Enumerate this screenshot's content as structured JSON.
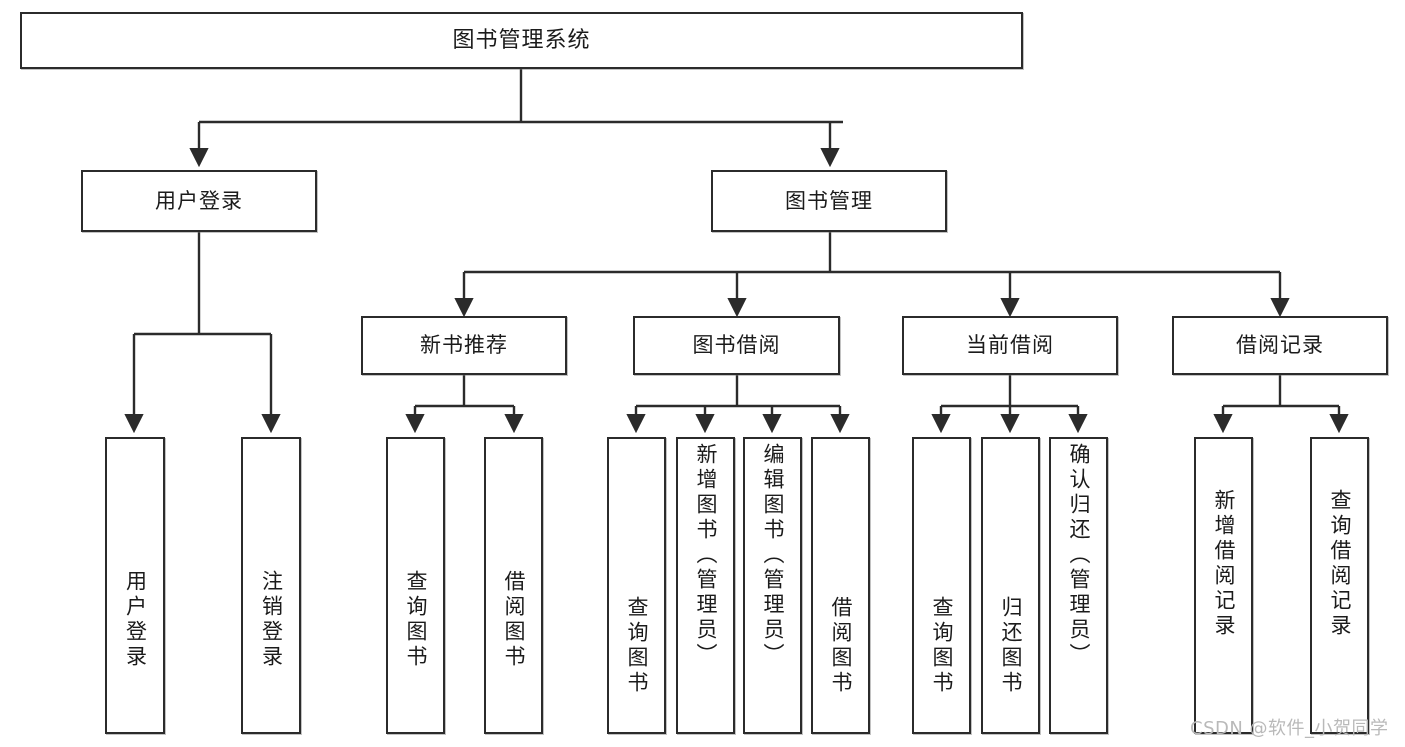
{
  "diagram": {
    "title": "图书管理系统",
    "watermark": "CSDN @软件_小贺同学",
    "colors": {
      "border": "#2b2b2b",
      "background": "#ffffff",
      "text": "#1b1b1b",
      "watermark": "#b9b9b9"
    },
    "nodes": {
      "root": {
        "label": "图书管理系统"
      },
      "level1": [
        {
          "label": "用户登录"
        },
        {
          "label": "图书管理"
        }
      ],
      "level2": [
        {
          "label": "新书推荐"
        },
        {
          "label": "图书借阅"
        },
        {
          "label": "当前借阅"
        },
        {
          "label": "借阅记录"
        }
      ],
      "leaves": {
        "user_login": [
          {
            "label": "用户登录"
          },
          {
            "label": "注销登录"
          }
        ],
        "new_book": [
          {
            "label": "查询图书"
          },
          {
            "label": "借阅图书"
          }
        ],
        "book_borrow": [
          {
            "label": "查询图书"
          },
          {
            "label": "新增图书（管理员）"
          },
          {
            "label": "编辑图书（管理员）"
          },
          {
            "label": "借阅图书"
          }
        ],
        "current_borrow": [
          {
            "label": "查询图书"
          },
          {
            "label": "归还图书"
          },
          {
            "label": "确认归还（管理员）"
          }
        ],
        "borrow_record": [
          {
            "label": "新增借阅记录"
          },
          {
            "label": "查询借阅记录"
          }
        ]
      }
    }
  }
}
